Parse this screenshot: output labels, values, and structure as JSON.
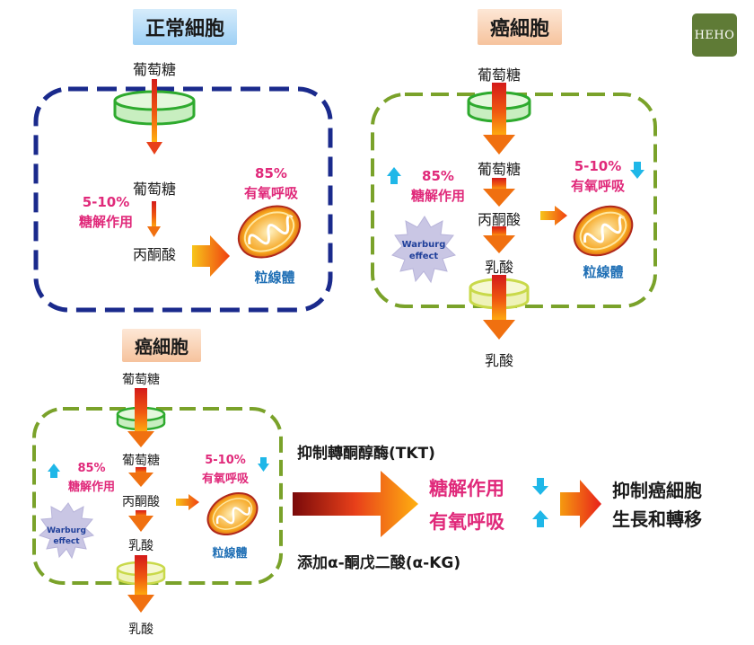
{
  "titles": {
    "normal": "正常細胞",
    "cancer_top": "癌細胞",
    "cancer_bottom": "癌細胞"
  },
  "logo": {
    "text": "HEHO"
  },
  "normal_cell": {
    "glucose_outside": "葡萄糖",
    "glucose_inside": "葡萄糖",
    "glycolysis_percent": "5-10%",
    "glycolysis_label": "糖解作用",
    "pyruvate": "丙酮酸",
    "respiration_percent": "85%",
    "respiration_label": "有氧呼吸",
    "mitochondria": "粒線體"
  },
  "cancer_cell_top": {
    "glucose_outside": "葡萄糖",
    "glucose_inside": "葡萄糖",
    "glycolysis_percent": "85%",
    "glycolysis_label": "糖解作用",
    "respiration_percent": "5-10%",
    "respiration_label": "有氧呼吸",
    "pyruvate": "丙酮酸",
    "lactate_inside": "乳酸",
    "lactate_outside": "乳酸",
    "mitochondria": "粒線體",
    "warburg": "Warburg effect"
  },
  "cancer_cell_bottom": {
    "glucose_outside": "葡萄糖",
    "glucose_inside": "葡萄糖",
    "glycolysis_percent": "85%",
    "glycolysis_label": "糖解作用",
    "respiration_percent": "5-10%",
    "respiration_label": "有氧呼吸",
    "pyruvate": "丙酮酸",
    "lactate_inside": "乳酸",
    "lactate_outside": "乳酸",
    "mitochondria": "粒線體",
    "warburg": "Warburg effect"
  },
  "treatment": {
    "inhibit_tkt": "抑制轉酮醇酶(TKT)",
    "add_akg": "添加α-酮戊二酸(α-KG)",
    "glycolysis_effect": "糖解作用",
    "respiration_effect": "有氧呼吸",
    "result_line1": "抑制癌細胞",
    "result_line2": "生長和轉移"
  },
  "colors": {
    "normal_membrane": "#1a2a8c",
    "cancer_membrane": "#7aa22a",
    "glut_green": "#2eaa2e",
    "mct_yellow": "#c9d94a",
    "pink_text": "#e0297a",
    "blue_text": "#1f6fb5",
    "up_down_arrow": "#1fb7e8",
    "warburg_star": "#c9c6e4"
  }
}
